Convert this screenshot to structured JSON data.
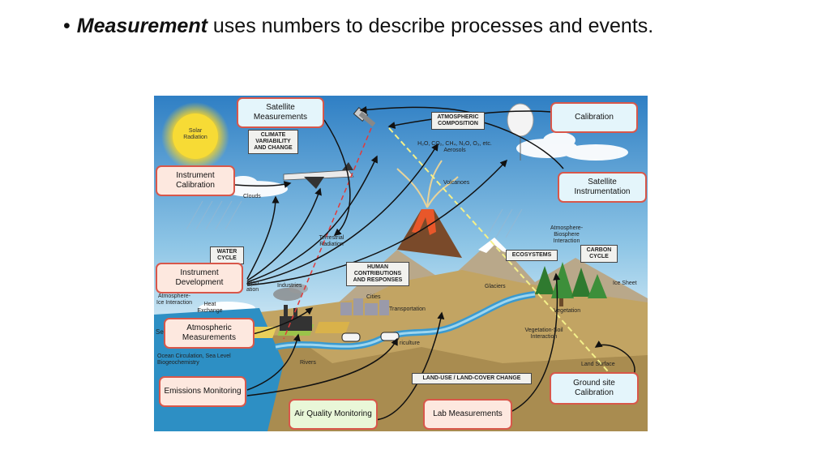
{
  "slide": {
    "bullet": "•",
    "term": "Measurement",
    "rest": " uses numbers to describe processes and events."
  },
  "boxes": {
    "satellite_measurements": "Satellite Measurements",
    "calibration": "Calibration",
    "instrument_calibration": "Instrument Calibration",
    "satellite_instrumentation": "Satellite Instrumentation",
    "instrument_development": "Instrument Development",
    "atmospheric_measurements": "Atmospheric Measurements",
    "emissions_monitoring": "Emissions Monitoring",
    "air_quality_monitoring": "Air Quality Monitoring",
    "lab_measurements": "Lab Measurements",
    "ground_site_calibration": "Ground site Calibration"
  },
  "tags": {
    "climate": "CLIMATE VARIABILITY AND CHANGE",
    "atmospheric_composition": "ATMOSPHERIC COMPOSITION",
    "water_cycle": "WATER CYCLE",
    "human": "HUMAN CONTRIBUTIONS AND RESPONSES",
    "ecosystems": "ECOSYSTEMS",
    "carbon_cycle": "CARBON CYCLE",
    "land_use": "LAND-USE / LAND-COVER CHANGE"
  },
  "labels": {
    "solar": "Solar Radiation",
    "gases": "H₂O, CO₂, CH₄, N₂O, O₃, etc. Aerosols",
    "volcanoes": "Volcanoes",
    "clouds": "Clouds",
    "terrestrial": "Terrestrial Radiation",
    "atm_bio": "Atmosphere-Biosphere Interaction",
    "ice_sheet": "Ice Sheet",
    "industries": "Industries",
    "cities": "Cities",
    "glaciers": "Glaciers",
    "transportation": "Transportation",
    "atm_ice": "Atmosphere-Ice Interaction",
    "heat": "Heat Exchange",
    "evaporation": "ation",
    "precipitation": "ation",
    "sea": "Se",
    "ocean": "Ocean Circulation, Sea Level Biogeochemistry",
    "agriculture": "riculture",
    "rivers": "Rivers",
    "vegetation": "Vegetation",
    "veg_soil": "Vegetation-Soil Interaction",
    "land_surface": "Land Surface"
  },
  "colors": {
    "box_border": "#d8574a",
    "sky_top": "#2f7fc4",
    "sky_bottom": "#dff0f8",
    "ground": "#b89a5a",
    "water": "#2d8fc4"
  }
}
